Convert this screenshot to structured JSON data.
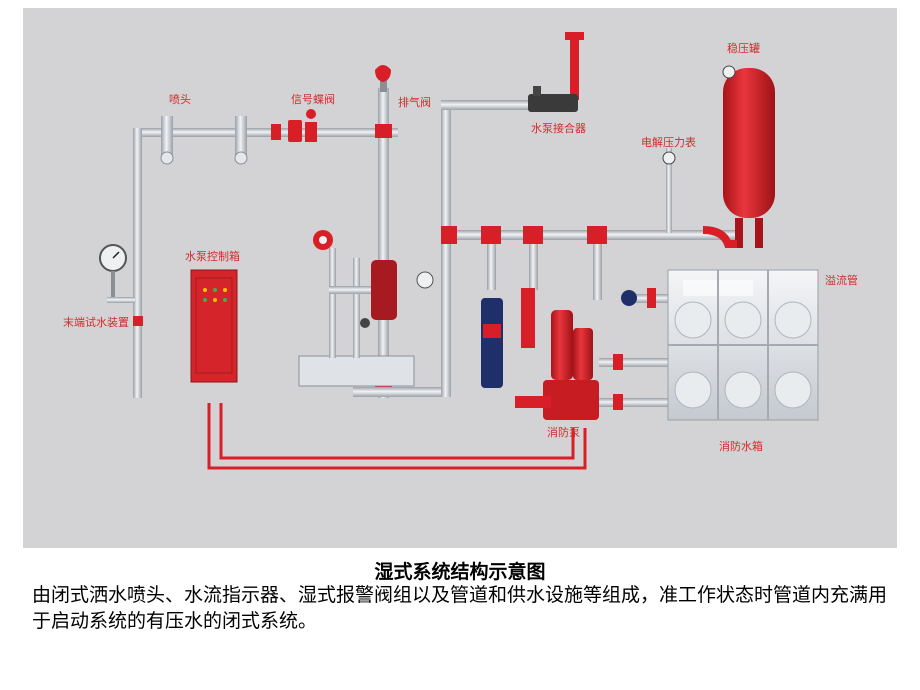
{
  "diagram": {
    "labels": {
      "sprinkler": "喷头",
      "signal_valve": "信号蝶阀",
      "air_valve": "排气阀",
      "pump_adapter": "水泵接合器",
      "pressure_tank": "稳压罐",
      "pressure_gauge": "电解压力表",
      "end_test": "末端试水装置",
      "pump_control": "水泵控制箱",
      "overflow": "溢流管",
      "fire_pump": "消防泵",
      "water_tank": "消防水箱"
    }
  },
  "caption": {
    "title": "湿式系统结构示意图",
    "body": "由闭式洒水喷头、水流指示器、湿式报警阀组以及管道和供水设施等组成，准工作状态时管道内充满用于启动系统的有压水的闭式系统。"
  },
  "colors": {
    "background": "#d3d3d5",
    "pipe": "#c9ccd1",
    "red": "#d81e26",
    "label_red": "#d42a2a"
  }
}
